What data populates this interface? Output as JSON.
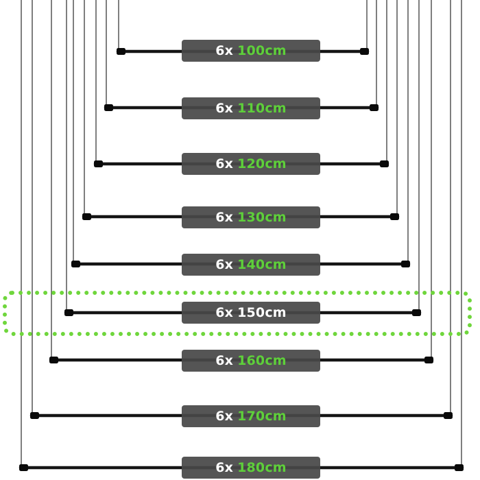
{
  "rods": [
    {
      "qty": "6x",
      "length": "100cm"
    },
    {
      "qty": "6x",
      "length": "110cm"
    },
    {
      "qty": "6x",
      "length": "120cm"
    },
    {
      "qty": "6x",
      "length": "130cm"
    },
    {
      "qty": "6x",
      "length": "140cm"
    },
    {
      "qty": "6x",
      "length": "150cm"
    },
    {
      "qty": "6x",
      "length": "160cm"
    },
    {
      "qty": "6x",
      "length": "170cm"
    },
    {
      "qty": "6x",
      "length": "180cm"
    }
  ],
  "highlighted_index": 5,
  "colors": {
    "accent_green": "#5ed03a",
    "rod_black": "#151515",
    "label_bg": "#484848",
    "highlight_dots": "#6fd63c"
  }
}
